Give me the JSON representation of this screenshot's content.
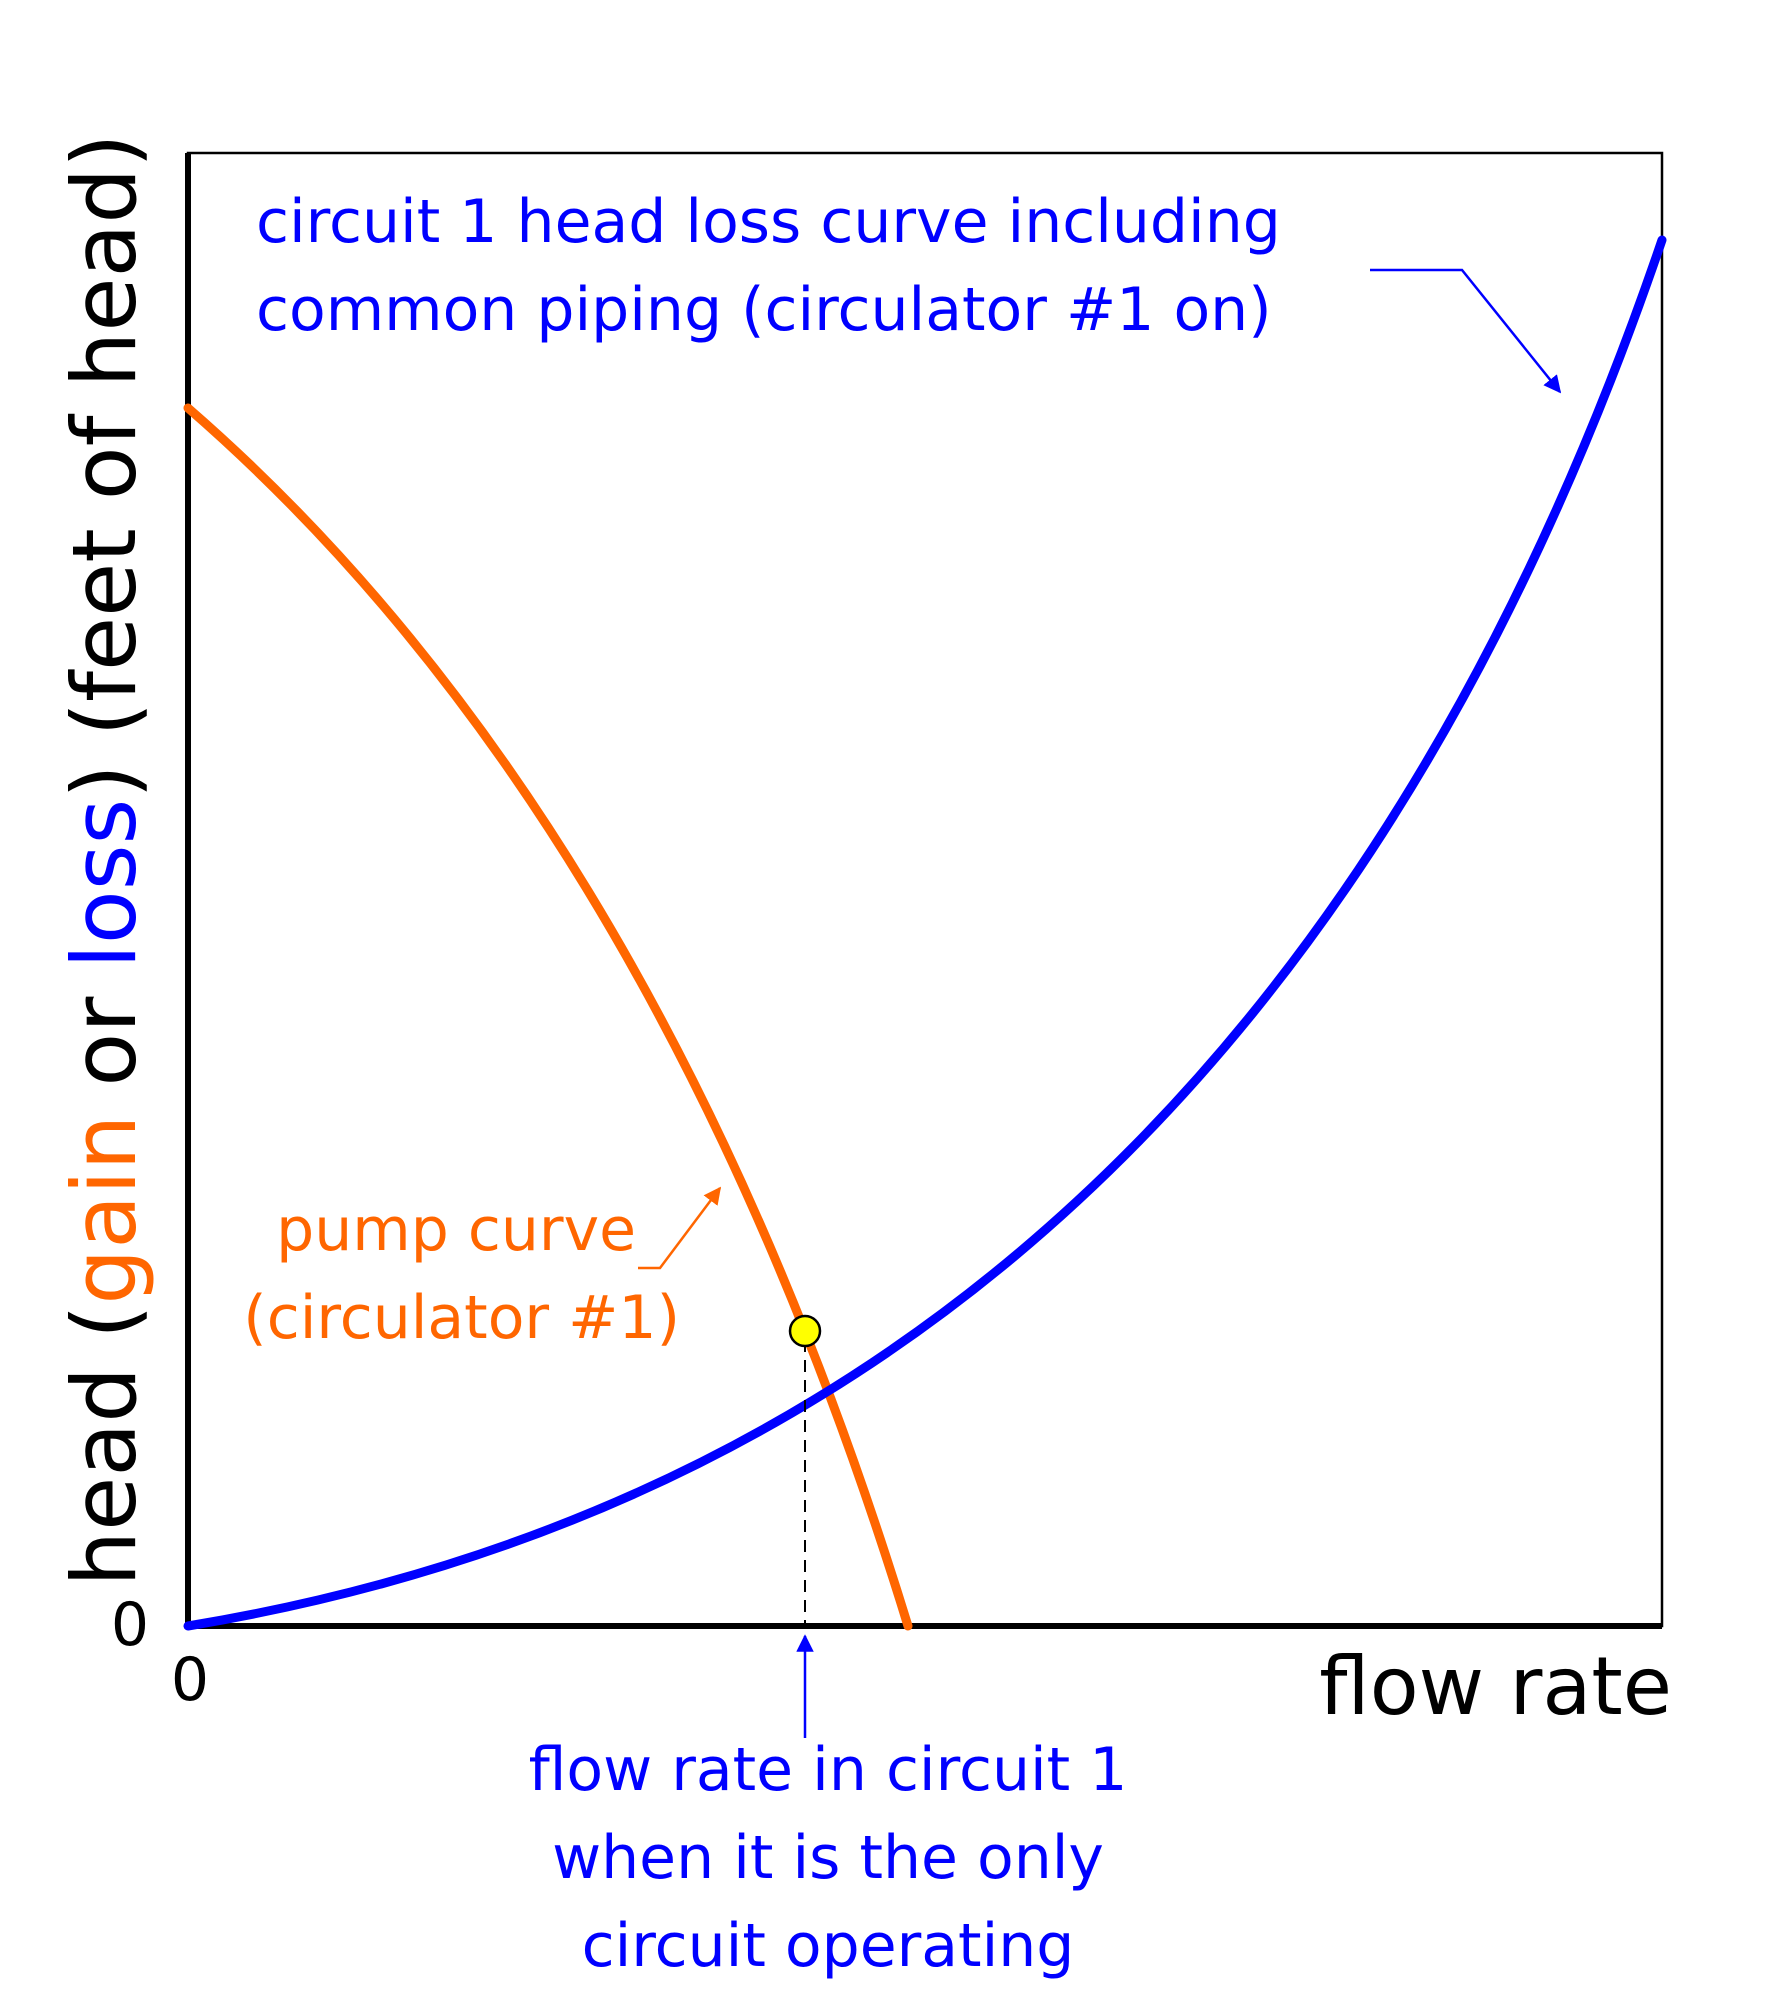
{
  "colors": {
    "axis": "#000000",
    "pump": "#FF6600",
    "loss": "#0000FF",
    "point_fill": "#FFFF00"
  },
  "axes": {
    "x_label": "flow rate",
    "y_label_parts": [
      "head (",
      "gain",
      " or ",
      "loss",
      ")  (feet of head)"
    ],
    "x_origin_tick": "0",
    "y_origin_tick": "0"
  },
  "annotations": {
    "loss_curve_label": [
      "circuit 1 head loss curve including",
      "common piping (circulator #1 on)"
    ],
    "pump_curve_label": [
      "pump curve",
      "(circulator #1)"
    ],
    "flow_rate_note": [
      "flow rate in circuit 1",
      "when it is the only",
      "circuit operating"
    ]
  },
  "curves": {
    "pump_curve": "decreasing from shutoff head at zero flow to zero head at maximum flow",
    "loss_curve": "increasing from zero at zero flow, parabolic"
  }
}
